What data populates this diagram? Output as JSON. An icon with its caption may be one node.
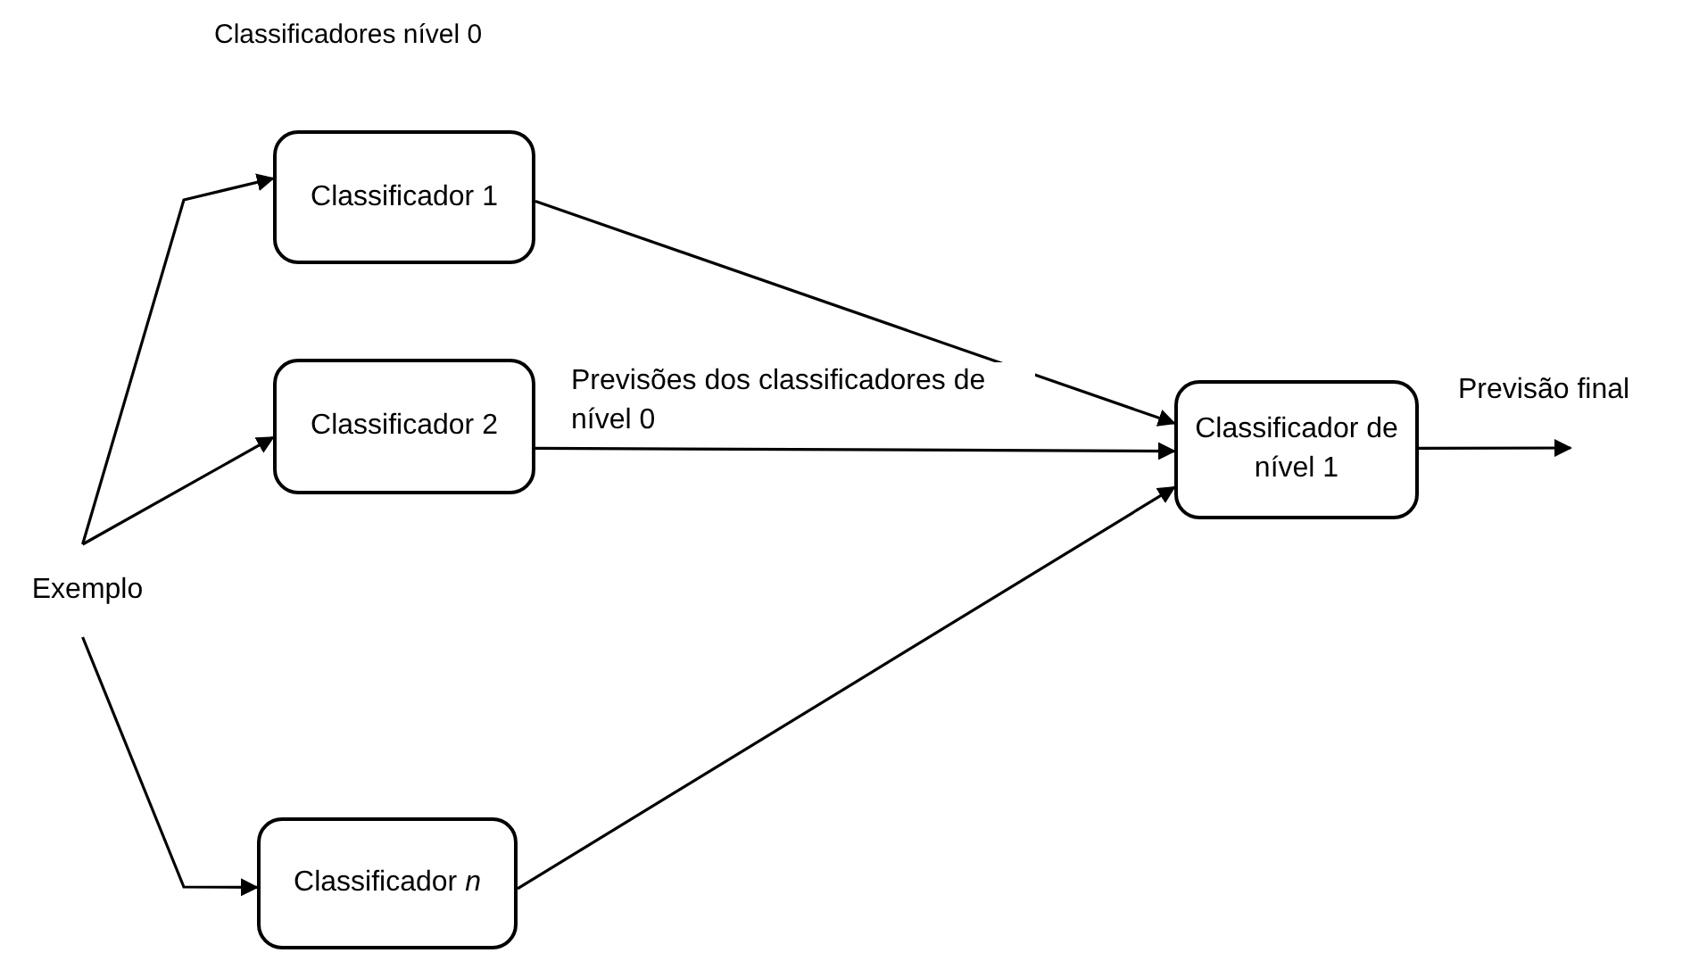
{
  "diagram": {
    "nodes": [
      {
        "text": [
          "Exemplo"
        ]
      },
      {
        "text": [
          "Classificador 1"
        ]
      },
      {
        "text": [
          "Classificador 2"
        ]
      },
      {
        "text": [
          "Classificador *n*"
        ]
      },
      {
        "text": [
          "Classificador de nível 1"
        ]
      }
    ],
    "edges": [
      {
        "from": 0,
        "to": 1,
        "arrow": "to"
      },
      {
        "from": 0,
        "to": 2,
        "arrow": "to"
      },
      {
        "from": 0,
        "to": 3,
        "arrow": "to"
      },
      {
        "from": 1,
        "to": 4,
        "arrow": "to"
      },
      {
        "from": 2,
        "to": 4,
        "arrow": "to",
        "label": "Previsões dos classificadores de nível 0"
      },
      {
        "from": 3,
        "to": 4,
        "arrow": "to"
      },
      {
        "from": 4,
        "to": null,
        "arrow": "to",
        "label": "Previsão final"
      }
    ],
    "labels": [
      "Classificadores nível 0"
    ]
  }
}
